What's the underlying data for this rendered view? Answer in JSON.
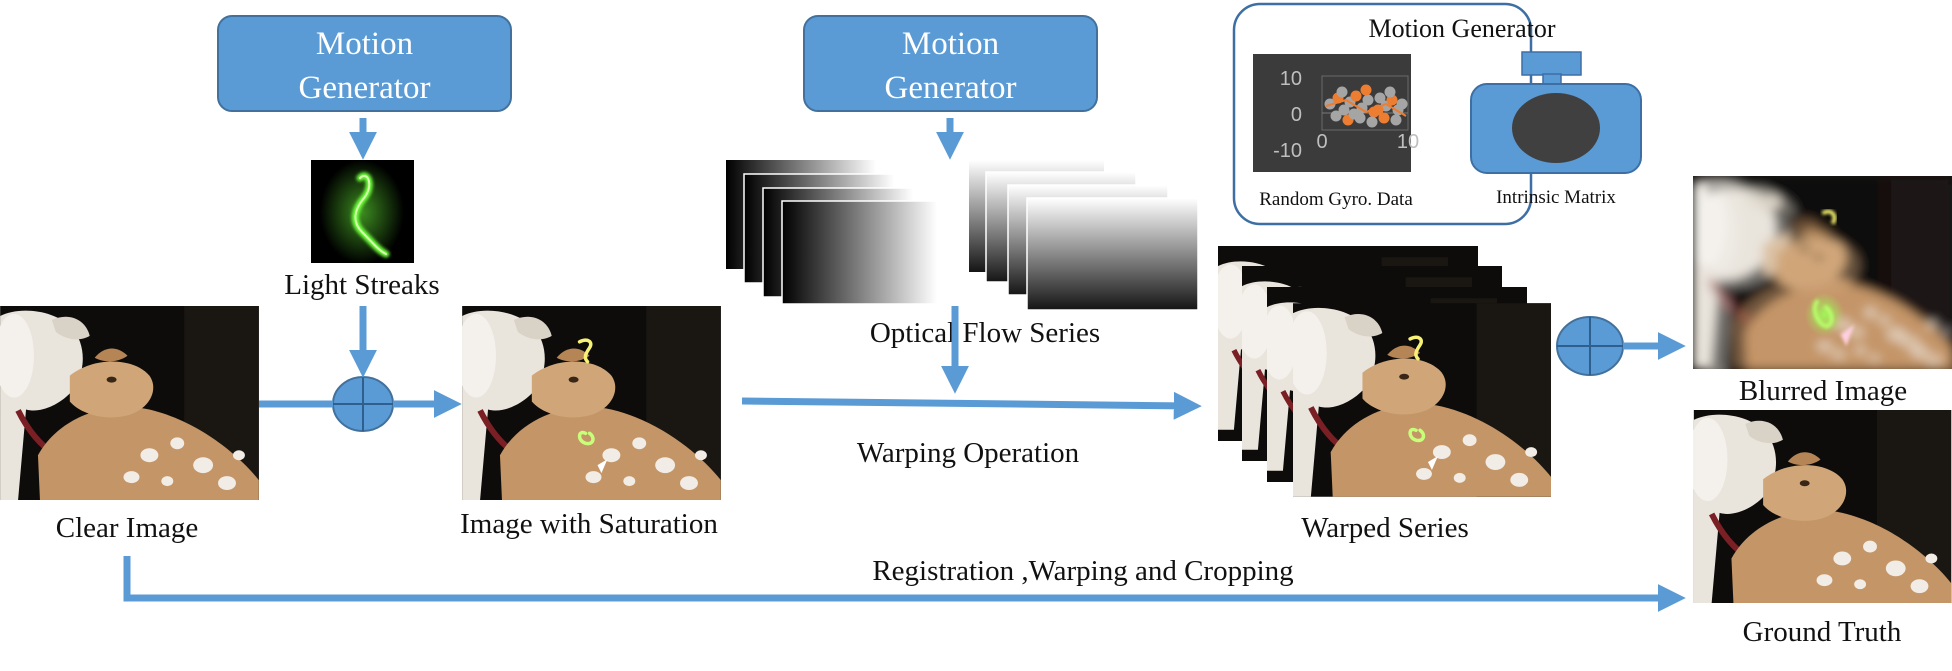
{
  "colors": {
    "accent": "#5b9bd5",
    "box_border": "#41719c",
    "panel_border": "#3d6fa5",
    "light_streak": "#6dff3a",
    "gyro_orange": "#ed7d31",
    "gyro_gray": "#a5a5a5"
  },
  "motion_generator_1": {
    "line1": "Motion",
    "line2": "Generator"
  },
  "motion_generator_2": {
    "line1": "Motion",
    "line2": "Generator"
  },
  "motion_panel": {
    "title": "Motion Generator",
    "gyro_caption": "Random Gyro. Data",
    "intrinsic_caption": "Intrinsic Matrix",
    "camera_icon": "camera-icon"
  },
  "gyro_chart": {
    "y_ticks": [
      "10",
      "0",
      "-10"
    ],
    "x_ticks": [
      "0",
      "10"
    ]
  },
  "labels": {
    "light_streaks": "Light Streaks",
    "optical_flow": "Optical  Flow Series",
    "clear_image": "Clear Image",
    "image_with_saturation": "Image with Saturation",
    "warping_operation": "Warping Operation",
    "warped_series": "Warped Series",
    "blurred_image": "Blurred Image",
    "ground_truth": "Ground Truth",
    "registration": "Registration ,Warping and Cropping"
  },
  "icons": {
    "plus": "plus-circle-icon",
    "arrow": "arrow-icon"
  }
}
